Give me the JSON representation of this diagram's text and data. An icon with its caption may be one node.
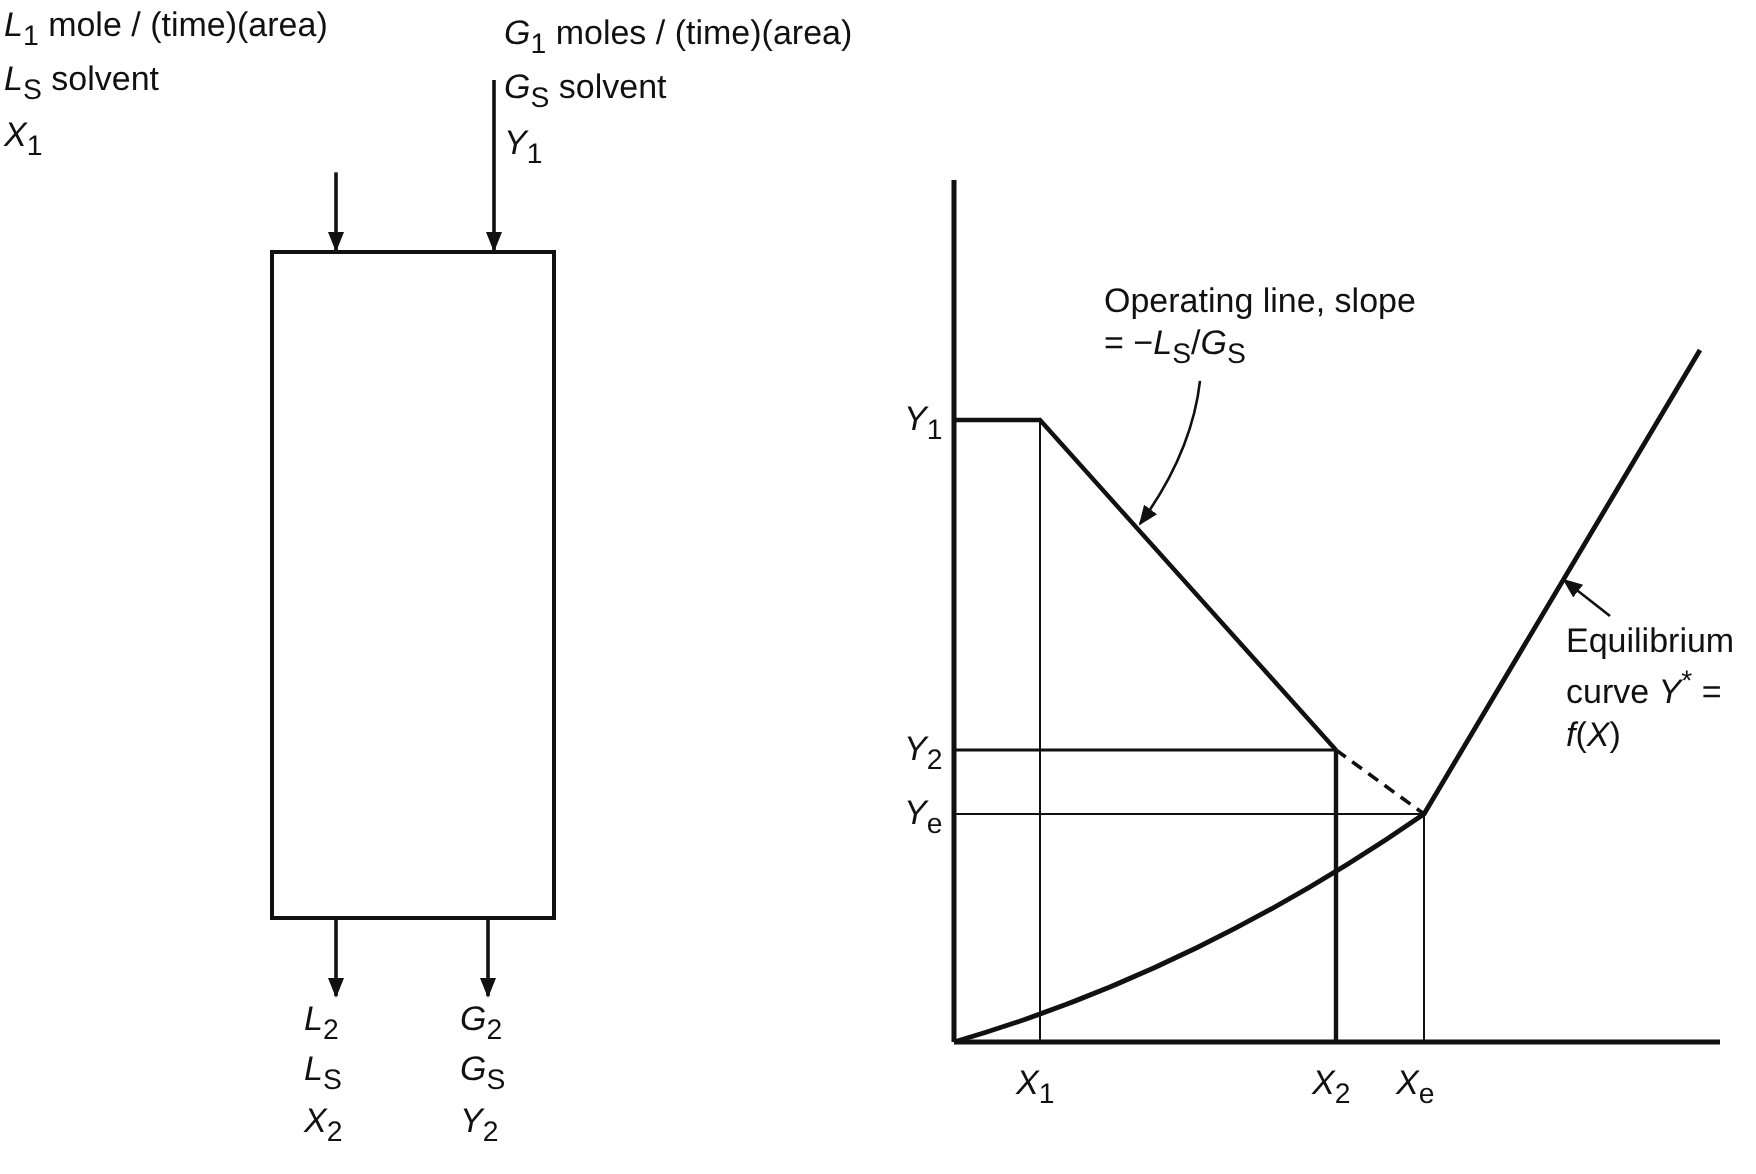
{
  "diagram": {
    "nodes": [
      {
        "text": [],
        "shape": "box"
      },
      {
        "text": [
          "*L*$_{1}$ mole / (time)(area)",
          "*L*$_{S}$ solvent",
          "*X*$_{1}$"
        ]
      },
      {
        "text": [
          "*G*$_{1}$ moles / (time)(area)",
          "*G*$_{S}$ solvent",
          "*Y*$_{1}$"
        ]
      },
      {
        "text": [
          "*L*$_{2}$",
          "*L*$_{S}$",
          "*X*$_{2}$"
        ]
      },
      {
        "text": [
          "*G*$_{2}$",
          "*G*$_{S}$",
          "*Y*$_{2}$"
        ]
      },
      {
        "text": [
          "Operating line, slope = −*L*$_{S}$/*G*$_{S}$"
        ]
      },
      {
        "text": [
          "Equilibrium curve *Y*$^{*}$ = *f*(*X*)"
        ]
      }
    ],
    "edges": [
      {
        "from": 1,
        "to": 0,
        "arrow": "to"
      },
      {
        "from": 2,
        "to": 0,
        "arrow": "to"
      },
      {
        "from": 0,
        "to": 3,
        "arrow": "to"
      },
      {
        "from": 0,
        "to": 4,
        "arrow": "to"
      },
      {
        "from": 5,
        "to": null,
        "arrow": "to"
      },
      {
        "from": 6,
        "to": null,
        "arrow": "to"
      }
    ],
    "labels": [
      "*Y*$_{1}$",
      "*Y*$_{2}$",
      "*Y*$_{e}$",
      "*X*$_{1}$",
      "*X*$_{2}$",
      "*X*$_{e}$"
    ]
  }
}
